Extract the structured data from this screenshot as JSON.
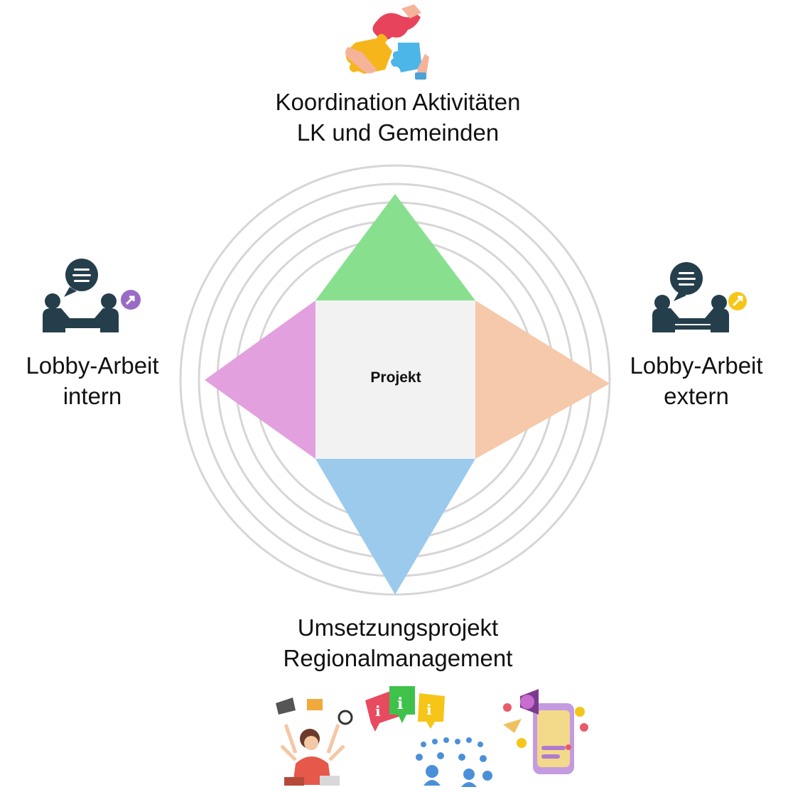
{
  "center": {
    "label": "Projekt"
  },
  "labels": {
    "top": [
      "Koordination Aktivitäten",
      "LK und Gemeinden"
    ],
    "left": [
      "Lobby-Arbeit",
      "intern"
    ],
    "right": [
      "Lobby-Arbeit",
      "extern"
    ],
    "bottom": [
      "Umsetzungsprojekt",
      "Regionalmanagement"
    ]
  },
  "colors": {
    "rings": "#d6d6d6",
    "center_fill": "#f2f2f2",
    "top_triangle": "#88e08f",
    "left_triangle": "#e2a0de",
    "right_triangle": "#f5c9aa",
    "bottom_triangle": "#9ccaed",
    "icon_dark": "#253e4b",
    "icon_purple": "#9a6bc4",
    "icon_yellow": "#f5c518"
  },
  "icons": {
    "top": "puzzle-hands-icon",
    "left": "meeting-internal-icon",
    "right": "meeting-external-icon",
    "bottom": [
      "multitasking-woman-icon",
      "info-bubbles-icon",
      "social-media-phone-icon"
    ]
  }
}
